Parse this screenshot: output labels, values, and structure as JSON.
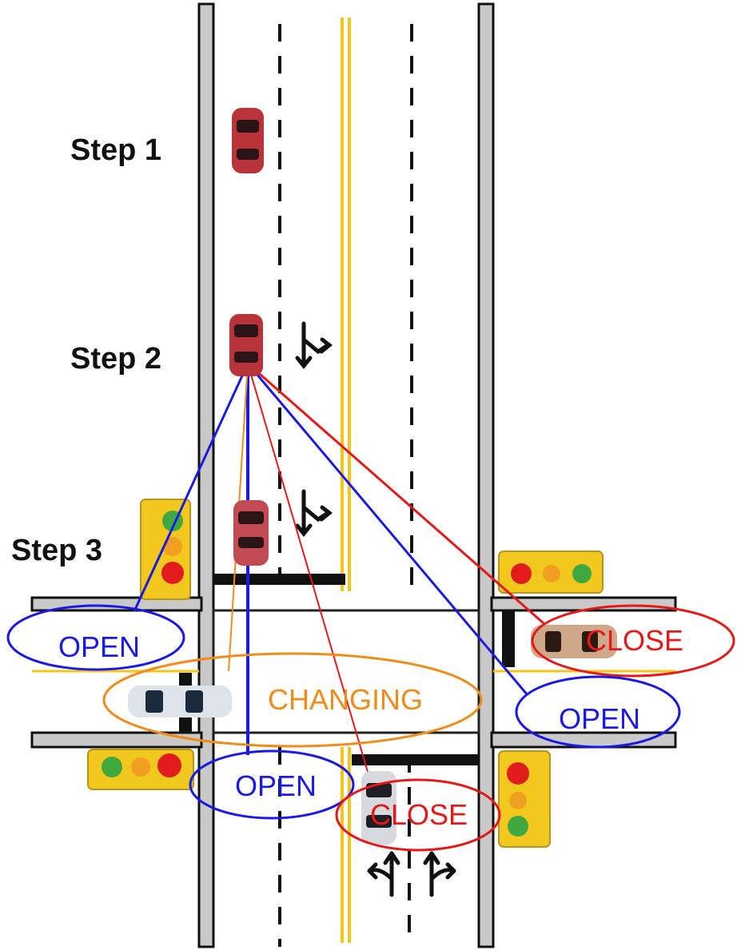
{
  "steps": {
    "step1": "Step 1",
    "step2": "Step 2",
    "step3": "Step 3"
  },
  "signal_states": {
    "west_open": "OPEN",
    "center_changing": "CHANGING",
    "east_close": "CLOSE",
    "east_open": "OPEN",
    "south_open": "OPEN",
    "south_close": "CLOSE"
  },
  "colors": {
    "open": "#1a1ae6",
    "close": "#e61919",
    "changing": "#f08c1a",
    "road_edge": "#c8c8c8",
    "center_line": "#f5c518",
    "signal_housing": "#f2c81e",
    "car_red": "#b8333a"
  },
  "icons": {
    "traffic_light": "traffic-light-icon",
    "car": "car-icon",
    "turn_arrow": "lane-turn-arrow-icon"
  }
}
